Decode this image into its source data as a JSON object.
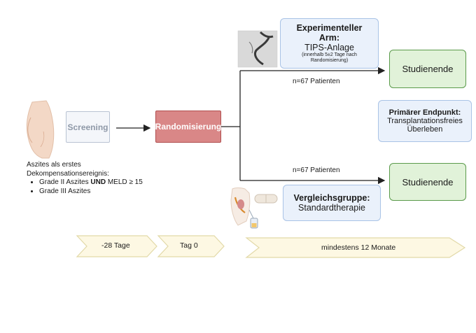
{
  "screening": {
    "label": "Screening"
  },
  "randomization": {
    "label": "Randomisierung"
  },
  "experimental_arm": {
    "title_line1": "Experimenteller",
    "title_line2": "Arm:",
    "procedure": "TIPS-Anlage",
    "note_line1": "(innerhalb 5±2 Tage nach",
    "note_line2": "Randomisierung)"
  },
  "control_arm": {
    "title": "Vergleichsgruppe:",
    "procedure": "Standardtherapie"
  },
  "endpoint": {
    "title": "Primärer Endpunkt:",
    "line1": "Transplantationsfreies",
    "line2": "Überleben"
  },
  "study_end": {
    "label": "Studienende"
  },
  "arm_counts": {
    "top": "n=67 Patienten",
    "bottom": "n=67 Patienten"
  },
  "inclusion": {
    "line1": "Aszites als erstes",
    "line2": "Dekompensationsereignis:",
    "bullet1_pre": "Grade II Aszites ",
    "bullet1_bold": "UND",
    "bullet1_post": " MELD ≥  15",
    "bullet2": "Grade III Aszites"
  },
  "timeline": {
    "step1": "-28 Tage",
    "step2": "Tag 0",
    "step3": "mindestens 12 Monate"
  },
  "colors": {
    "timeline_fill": "#fdf8e3",
    "timeline_stroke": "#e2d9a8",
    "randomization": "#d98787",
    "study_end_fill": "#e1f2d9",
    "info_box_fill": "#eaf1fb"
  }
}
